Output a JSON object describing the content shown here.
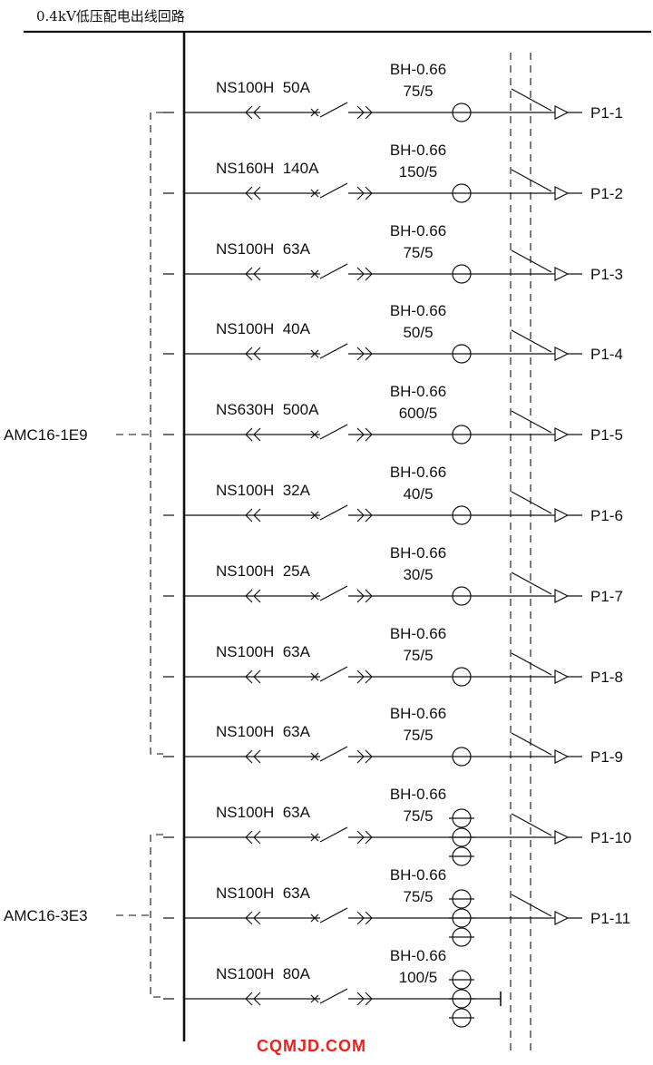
{
  "title": "0.4kV低压配电出线回路",
  "watermark": "CQMJD.COM",
  "meters": [
    {
      "label": "AMC16-1E9"
    },
    {
      "label": "AMC16-3E3"
    }
  ],
  "circuits": [
    {
      "breaker": "NS100H  50A",
      "ct_model": "BH-0.66",
      "ct_ratio": "75/5",
      "output": "P1-1",
      "ct_count": 1,
      "has_output": true
    },
    {
      "breaker": "NS160H  140A",
      "ct_model": "BH-0.66",
      "ct_ratio": "150/5",
      "output": "P1-2",
      "ct_count": 1,
      "has_output": true
    },
    {
      "breaker": "NS100H  63A",
      "ct_model": "BH-0.66",
      "ct_ratio": "75/5",
      "output": "P1-3",
      "ct_count": 1,
      "has_output": true
    },
    {
      "breaker": "NS100H  40A",
      "ct_model": "BH-0.66",
      "ct_ratio": "50/5",
      "output": "P1-4",
      "ct_count": 1,
      "has_output": true
    },
    {
      "breaker": "NS630H  500A",
      "ct_model": "BH-0.66",
      "ct_ratio": "600/5",
      "output": "P1-5",
      "ct_count": 1,
      "has_output": true
    },
    {
      "breaker": "NS100H  32A",
      "ct_model": "BH-0.66",
      "ct_ratio": "40/5",
      "output": "P1-6",
      "ct_count": 1,
      "has_output": true
    },
    {
      "breaker": "NS100H  25A",
      "ct_model": "BH-0.66",
      "ct_ratio": "30/5",
      "output": "P1-7",
      "ct_count": 1,
      "has_output": true
    },
    {
      "breaker": "NS100H  63A",
      "ct_model": "BH-0.66",
      "ct_ratio": "75/5",
      "output": "P1-8",
      "ct_count": 1,
      "has_output": true
    },
    {
      "breaker": "NS100H  63A",
      "ct_model": "BH-0.66",
      "ct_ratio": "75/5",
      "output": "P1-9",
      "ct_count": 1,
      "has_output": true
    },
    {
      "breaker": "NS100H  63A",
      "ct_model": "BH-0.66",
      "ct_ratio": "75/5",
      "output": "P1-10",
      "ct_count": 3,
      "has_output": true
    },
    {
      "breaker": "NS100H  63A",
      "ct_model": "BH-0.66",
      "ct_ratio": "75/5",
      "output": "P1-11",
      "ct_count": 3,
      "has_output": true
    },
    {
      "breaker": "NS100H  80A",
      "ct_model": "BH-0.66",
      "ct_ratio": "100/5",
      "output": "",
      "ct_count": 3,
      "has_output": false
    }
  ]
}
